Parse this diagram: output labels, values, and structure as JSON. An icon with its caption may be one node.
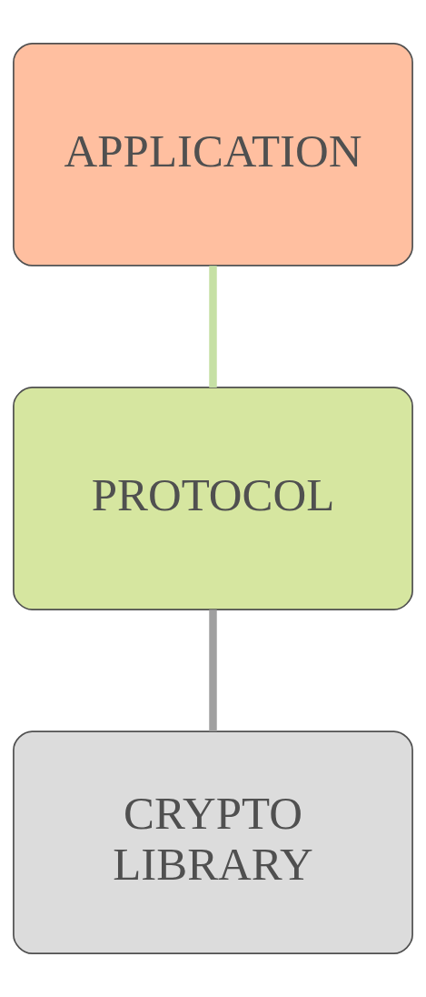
{
  "diagram": {
    "nodes": [
      {
        "text": [
          "APPLICATION"
        ]
      },
      {
        "text": [
          "PROTOCOL"
        ]
      },
      {
        "text": [
          "CRYPTO LIBRARY"
        ]
      }
    ],
    "edges": [
      {
        "from": 0,
        "to": 1,
        "arrow": "none",
        "color": "#c6e0a4"
      },
      {
        "from": 1,
        "to": 2,
        "arrow": "none",
        "color": "#a0a0a0"
      }
    ]
  }
}
